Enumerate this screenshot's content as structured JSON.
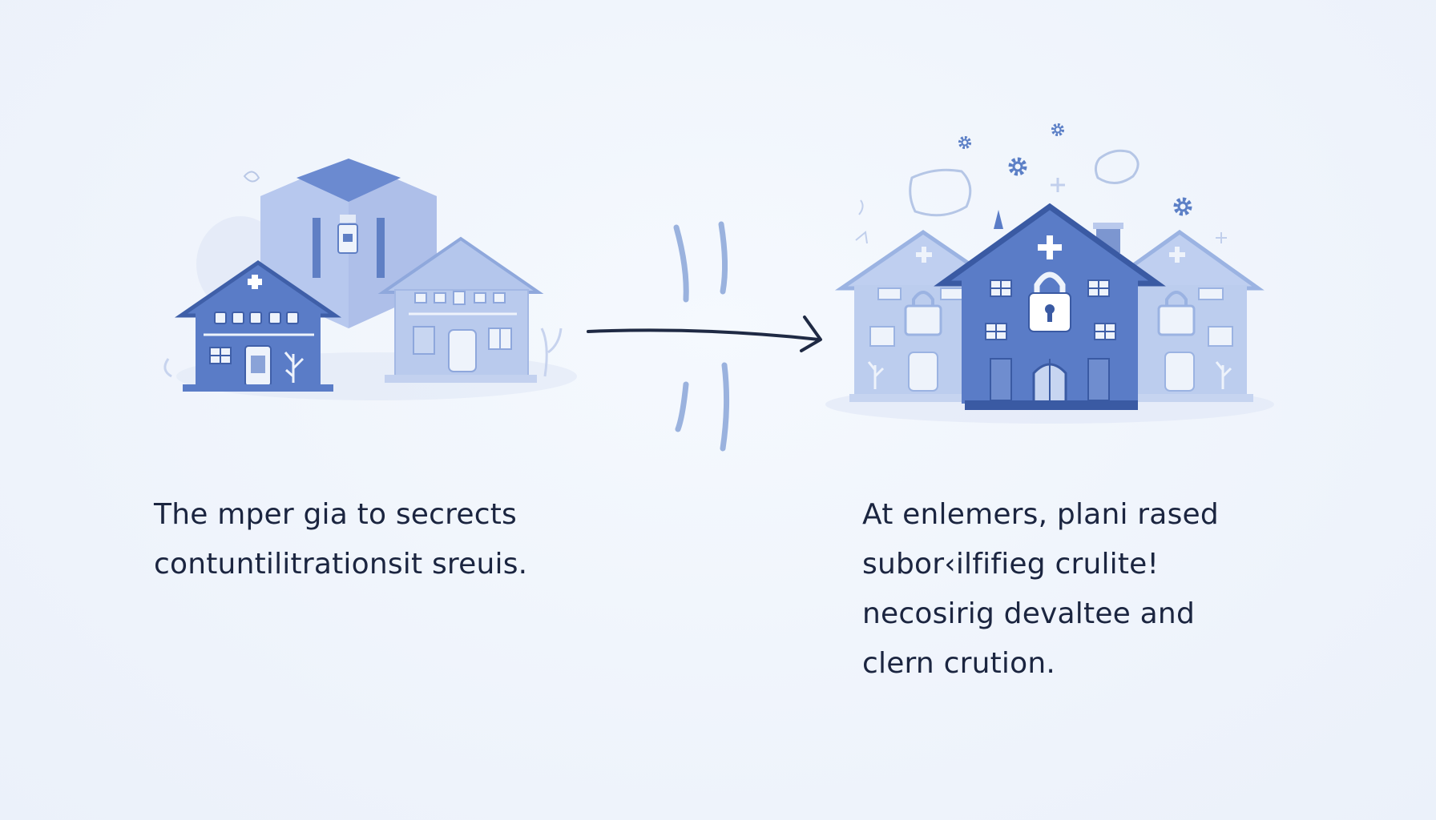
{
  "left_panel": {
    "caption_lines": [
      "The mper gia to secrects",
      "contuntilitrationsit sreuis."
    ]
  },
  "right_panel": {
    "caption_lines": [
      "At enlemers, plani rased",
      "subor‹ilfifieg crulite!",
      "necosirig devaltee and",
      "clern crution."
    ]
  },
  "icons": [
    "school-building-icon",
    "tower-building-icon",
    "arrow-right-icon",
    "padlock-icon",
    "gear-icon",
    "star-icon",
    "cloud-icon"
  ],
  "colors": {
    "background": "#eef3fb",
    "primary_blue": "#4a6fba",
    "light_blue": "#a9bde6",
    "pale_blue": "#c9d6f0",
    "text": "#1b2540",
    "arrow": "#1f2a44"
  }
}
